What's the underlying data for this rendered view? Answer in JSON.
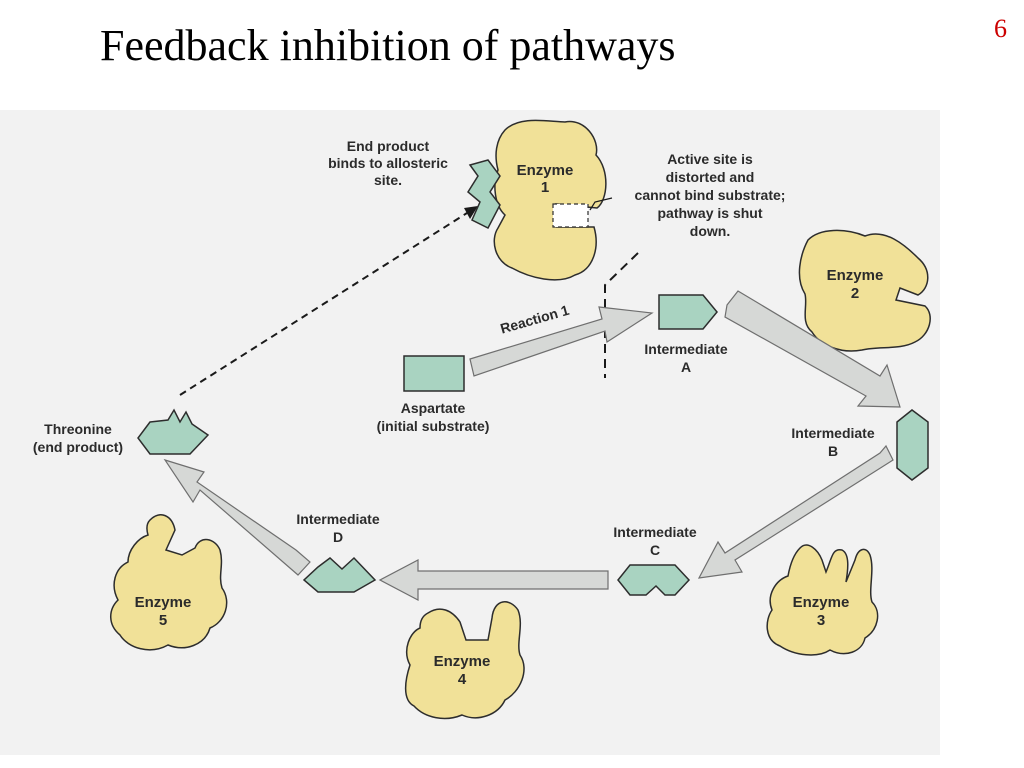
{
  "slide": {
    "title": "Feedback inhibition of pathways",
    "page_number": "6"
  },
  "diagram": {
    "enzyme1": {
      "line1": "Enzyme",
      "line2": "1"
    },
    "enzyme2": {
      "line1": "Enzyme",
      "line2": "2"
    },
    "enzyme3": {
      "line1": "Enzyme",
      "line2": "3"
    },
    "enzyme4": {
      "line1": "Enzyme",
      "line2": "4"
    },
    "enzyme5": {
      "line1": "Enzyme",
      "line2": "5"
    },
    "end_product_note": [
      "End product",
      "binds to allosteric",
      "site."
    ],
    "active_site_note": [
      "Active site is",
      "distorted and",
      "cannot bind substrate;",
      "pathway is shut",
      "down."
    ],
    "reaction_label": "Reaction 1",
    "aspartate": [
      "Aspartate",
      "(initial substrate)"
    ],
    "intermediate_a": [
      "Intermediate",
      "A"
    ],
    "intermediate_b": [
      "Intermediate",
      "B"
    ],
    "intermediate_c": [
      "Intermediate",
      "C"
    ],
    "intermediate_d": [
      "Intermediate",
      "D"
    ],
    "threonine": [
      "Threonine",
      "(end product)"
    ],
    "colors": {
      "enzyme_fill": "#f1e198",
      "molecule_fill": "#a9d3c1",
      "arrow_fill": "#d6d8d6",
      "title_color": "#000000",
      "page_number_color": "#cc0000"
    }
  }
}
